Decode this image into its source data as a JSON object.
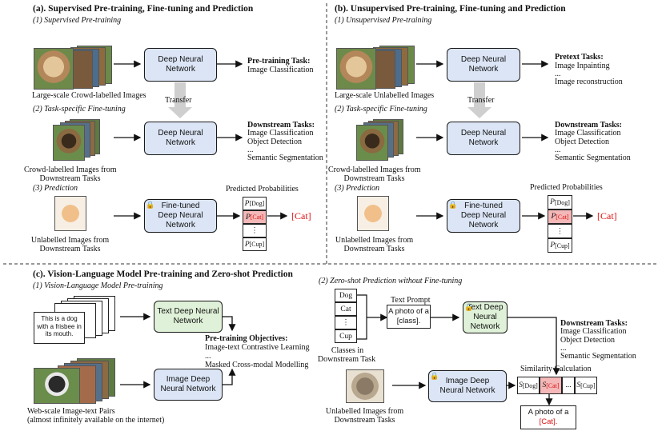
{
  "panel_a": {
    "title": "(a). Supervised Pre-training, Fine-tuning and Prediction",
    "step1": "(1) Supervised Pre-training",
    "step2": "(2) Task-specific Fine-tuning",
    "step3": "(3) Prediction",
    "pretrain_images": "Large-scale Crowd-labelled Images",
    "dnn": "Deep Neural Network",
    "task_title": "Pre-training Task:",
    "task_value": "Image Classification",
    "transfer": "Transfer",
    "ft_images_line1": "Crowd-labelled Images from",
    "ft_images_line2": "Downstream Tasks",
    "downstream_title": "Downstream Tasks:",
    "downstream_items": [
      "Image Classification",
      "Object Detection",
      "...",
      "Semantic Segmentation"
    ],
    "pred_images_line1": "Unlabelled Images from",
    "pred_images_line2": "Downstream Tasks",
    "finetuned": "Fine-tuned Deep Neural Network",
    "predicted_probs": "Predicted Probabilities",
    "result": "[Cat]"
  },
  "panel_b": {
    "title": "(b). Unsupervised Pre-training, Fine-tuning and Prediction",
    "step1": "(1) Unsupervised Pre-training",
    "step2": "(2) Task-specific Fine-tuning",
    "step3": "(3) Prediction",
    "pretrain_images": "Large-scale Unlabelled Images",
    "dnn": "Deep Neural Network",
    "task_title": "Pretext Tasks:",
    "task_items": [
      "Image Inpainting",
      "...",
      "Image reconstruction"
    ],
    "transfer": "Transfer",
    "ft_images_line1": "Crowd-labelled Images from",
    "ft_images_line2": "Downstream Tasks",
    "downstream_title": "Downstream Tasks:",
    "downstream_items": [
      "Image Classification",
      "Object Detection",
      "...",
      "Semantic Segmentation"
    ],
    "pred_images_line1": "Unlabelled Images from",
    "pred_images_line2": "Downstream Tasks",
    "finetuned": "Fine-tuned Deep Neural Network",
    "predicted_probs": "Predicted Probabilities",
    "result": "[Cat]"
  },
  "prob_labels": {
    "p": "P",
    "dog": "[Dog]",
    "cat": "[Cat]",
    "dots": "⋮",
    "cup": "[Cup]"
  },
  "panel_c": {
    "title": "(c). Vision-Language Model Pre-training and Zero-shot Prediction",
    "step1": "(1) Vision-Language Model Pre-training",
    "caption_text": "This is a dog with a frisbee in its mouth.",
    "text_dnn": "Text Deep Neural Network",
    "image_dnn": "Image Deep Neural Network",
    "objectives_title": "Pre-training Objectives:",
    "objectives_items": [
      "Image-text Contrastive Learning",
      "...",
      "Masked Cross-modal Modelling"
    ],
    "pairs_line1": "Web-scale Image-text Pairs",
    "pairs_line2": "(almost infinitely available on the internet)",
    "step2": "(2) Zero-shot Prediction without Fine-tuning",
    "classes": [
      "Dog",
      "Cat",
      "⋮",
      "Cup"
    ],
    "classes_caption_line1": "Classes in",
    "classes_caption_line2": "Downstream Task",
    "text_prompt_label": "Text Prompt",
    "text_prompt_line1": "A photo of a",
    "text_prompt_line2": "[class].",
    "downstream_title": "Downstream Tasks:",
    "downstream_items": [
      "Image Classification",
      "Object Detection",
      "...",
      "Semantic Segmentation"
    ],
    "similarity": "Similarity Calculation",
    "sim_s": "S",
    "sim_dog": "[Dog]",
    "sim_cat": "[Cat]",
    "sim_dots": "...",
    "sim_cup": "[Cup]",
    "unlabelled_line1": "Unlabelled Images from",
    "unlabelled_line2": "Downstream Tasks",
    "result_line1": "A photo of a",
    "result_line2": "[Cat]."
  },
  "colors": {
    "dnn_blue": "#dbe5f5",
    "text_green": "#dff1d8",
    "highlight": "#f4b8b8",
    "result_red": "#dd1111"
  }
}
